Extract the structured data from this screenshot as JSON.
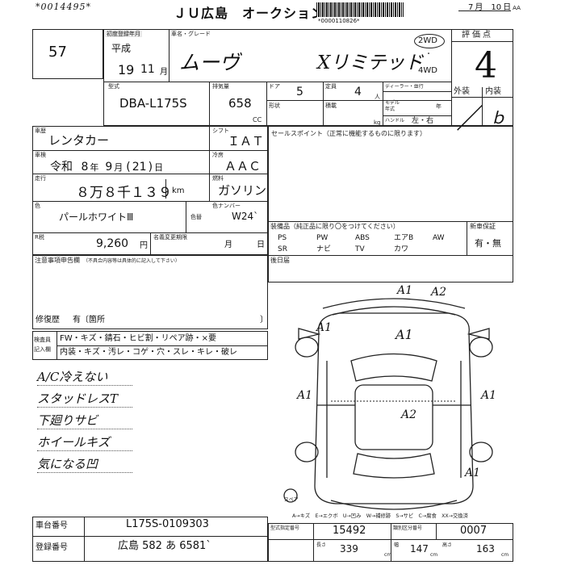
{
  "header": {
    "serial": "*0014495*",
    "auction_title": "ＪＵ広島　オークション",
    "barcode_text": "*0000110826*",
    "date_month": "7",
    "date_month_unit": "月",
    "date_day": "10",
    "date_day_unit": "日",
    "date_suffix": "AA"
  },
  "lot": {
    "number": "57"
  },
  "registration": {
    "label": "初度登録年月",
    "era": "平成",
    "year": "19",
    "month": "11",
    "month_unit": "月"
  },
  "model": {
    "label": "車名・グレード",
    "name": "ムーヴ",
    "grade": "Xリミテッド",
    "drive_2wd": "2WD",
    "drive_sep": "・",
    "drive_4wd": "4WD"
  },
  "grade": {
    "label": "評価点",
    "score": "4",
    "exterior_label": "外装",
    "interior_label": "内装",
    "exterior_mark": "／",
    "interior_mark": "ｂ"
  },
  "specs": {
    "type_label": "型式",
    "type": "DBA-L175S",
    "cc_label": "排気量",
    "cc": "658",
    "cc_unit": "CC",
    "doors_label": "ドア",
    "doors": "5",
    "seats_label": "定員",
    "seats": "4",
    "seats_unit": "人",
    "shape_label": "形状",
    "load_label": "積載",
    "load_unit": "kg",
    "dealer_label": "ディーラー・並行",
    "model_year_label": "モデル年式",
    "model_year_unit": "年",
    "handle_label": "ハンドル",
    "handle": "左・右"
  },
  "usage": {
    "label": "車歴",
    "value": "レンタカー"
  },
  "shift": {
    "label": "シフト",
    "value": "ＩＡＴ"
  },
  "sales_point": {
    "label": "セールスポイント（正常に機能するものに限ります）"
  },
  "inspection": {
    "label": "車検",
    "era": "令和",
    "year": "8",
    "year_unit": "年",
    "month": "9",
    "month_unit": "月",
    "day": "21",
    "day_unit": "日"
  },
  "ac": {
    "label": "冷房",
    "value": "ＡＡＣ"
  },
  "mileage": {
    "label": "走行",
    "value": "８万８千１３９",
    "unit": "km"
  },
  "fuel": {
    "label": "燃料",
    "value": "ガソリン"
  },
  "color": {
    "label": "色",
    "value": "パールホワイトⅢ",
    "change_label": "色替",
    "code_label": "色ナンバー",
    "code": "W24`"
  },
  "price": {
    "label": "R税",
    "value": "9,260",
    "unit": "円",
    "recycle_label": "名義変更期限",
    "month_unit": "月",
    "day_unit": "日"
  },
  "equipment": {
    "label": "装備品（純正品に限り〇をつけてください）",
    "row1": [
      "PS",
      "PW",
      "ABS",
      "エアB",
      "AW"
    ],
    "row2": [
      "SR",
      "ナビ",
      "TV",
      "カワ",
      ""
    ],
    "new_label": "新車保証",
    "new_value": "有・無"
  },
  "later": {
    "label": "後日届"
  },
  "notes": {
    "label": "注意事項申告欄",
    "sub": "（不具合内容等は具体的に記入して下さい）",
    "repair_label": "修復歴",
    "repair_value": "有〔箇所",
    "repair_close": "〕"
  },
  "checklist": {
    "label1": "検査員",
    "label2": "記入欄",
    "row1": "FW・キズ・錆石・ヒビ割・リペア跡・×要",
    "row2": "内装・キズ・汚レ・コゲ・穴・スレ・キレ・破レ"
  },
  "handwritten": [
    "A/C冷えない",
    "スタッドレスT",
    "下廻りサビ",
    "ホイールキズ",
    "気になる凹"
  ],
  "diagram": {
    "legend": "A→キズ　E→エクボ　U→凹み　W→補修跡　S→サビ　C→腐食　XX→交換済",
    "spare": "スペア",
    "marks": [
      "A1",
      "A2",
      "A1",
      "A1",
      "A1",
      "A1",
      "A2",
      "A1"
    ]
  },
  "footer": {
    "chassis_label": "車台番号",
    "chassis": "L175S-0109303",
    "plate_label": "登録番号",
    "plate": "広島 582 あ 6581`",
    "ref_label": "型式指定番号",
    "ref": "15492",
    "cat_label": "類別区分番号",
    "cat": "0007",
    "length_label": "長さ",
    "length": "339",
    "width_label": "幅",
    "width": "147",
    "height_label": "高さ",
    "height": "163",
    "dim_unit": "cm"
  }
}
